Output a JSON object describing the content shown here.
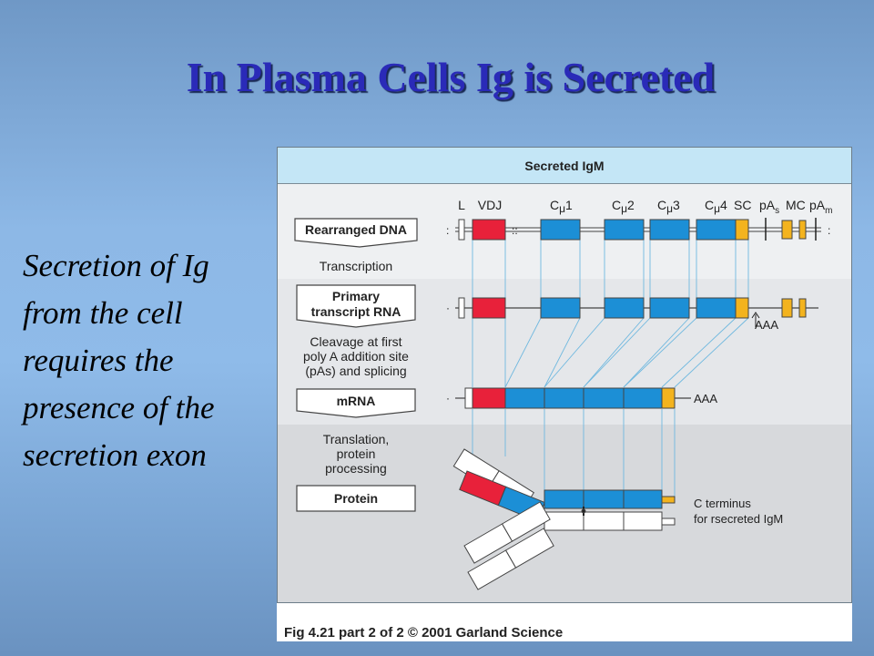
{
  "slide": {
    "title": "In Plasma Cells Ig is Secreted",
    "body_lines": [
      "Secretion of Ig",
      "from the cell",
      "requires the",
      "presence of the",
      "secretion exon"
    ]
  },
  "figure": {
    "header": "Secreted IgM",
    "caption": "Fig 4.21 part 2 of 2  © 2001 Garland Science",
    "stages": {
      "rearranged_dna": "Rearranged DNA",
      "primary_rna_line1": "Primary",
      "primary_rna_line2": "transcript RNA",
      "mrna": "mRNA",
      "protein": "Protein"
    },
    "steps": {
      "transcription": "Transcription",
      "cleavage_line1": "Cleavage at first",
      "cleavage_line2": "poly A addition site",
      "cleavage_line3": "(pAs) and splicing",
      "translation_line1": "Translation,",
      "translation_line2": "protein",
      "translation_line3": "processing"
    },
    "gene_labels": {
      "l": "L",
      "vdj": "VDJ",
      "c": "C",
      "mu": "μ",
      "c1": "1",
      "c2": "2",
      "c3": "3",
      "c4": "4",
      "sc": "SC",
      "pa": "pA",
      "s_sub": "s",
      "mc": "MC",
      "m_sub": "m"
    },
    "aaa": "AAA",
    "c_terminus_line1": "C terminus",
    "c_terminus_line2": "for rsecreted IgM",
    "colors": {
      "vdj": "#e8213a",
      "constant": "#1c8fd6",
      "sc": "#f3b31e",
      "header_bg": "#c4e6f6"
    }
  }
}
